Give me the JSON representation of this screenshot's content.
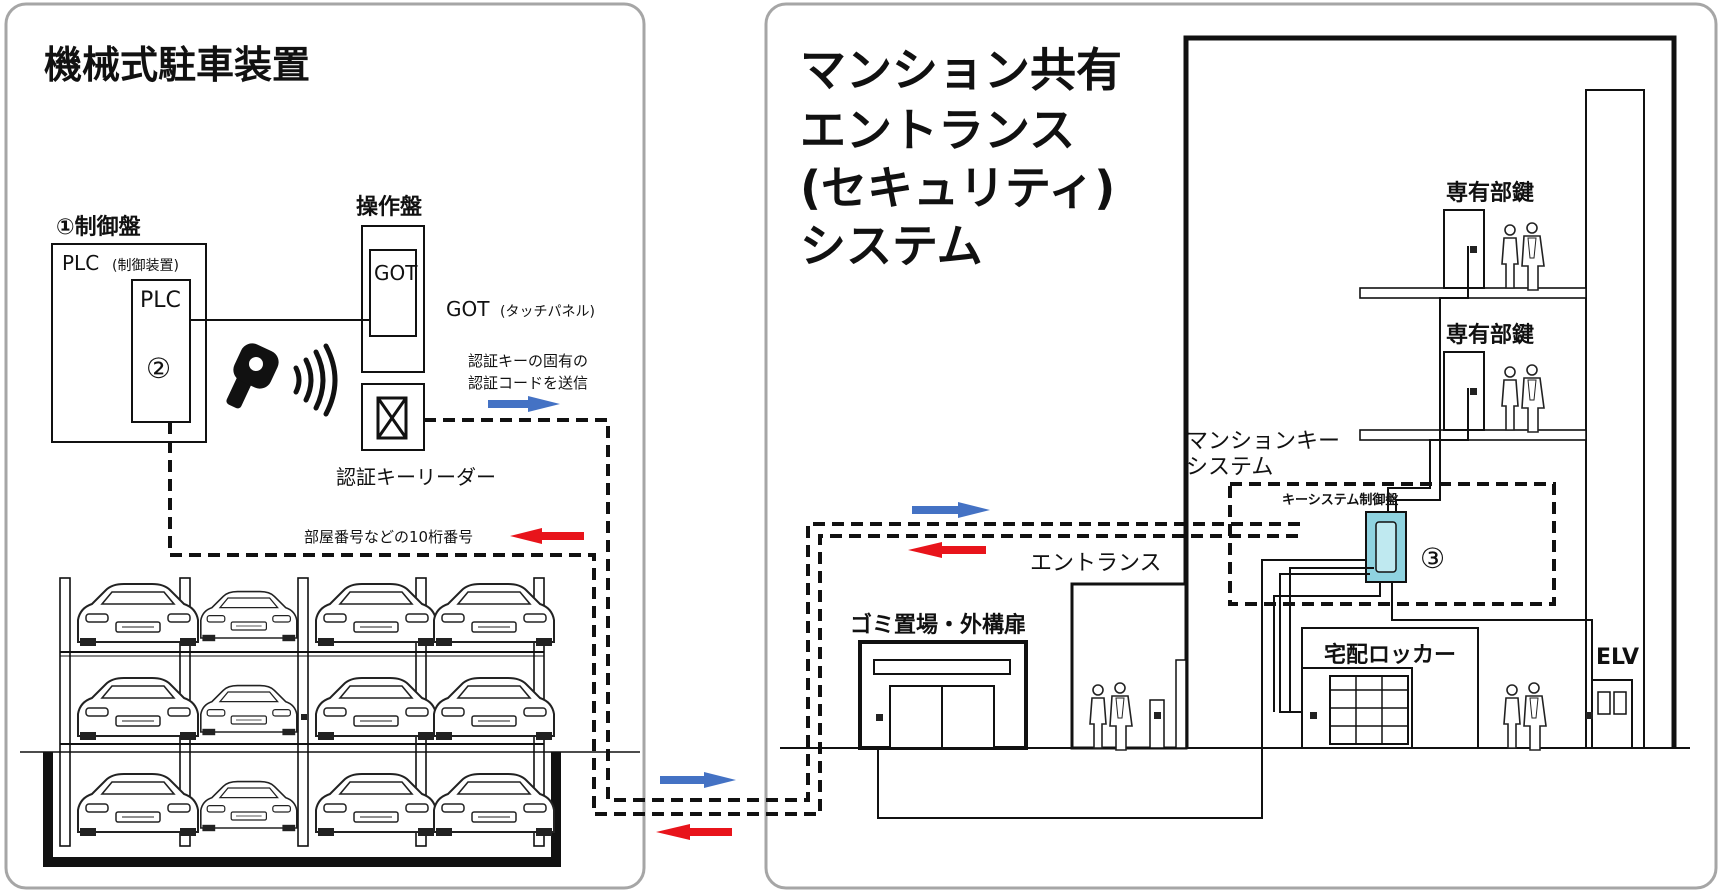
{
  "left_panel": {
    "title": "機械式駐車装置",
    "control_panel_label": "①制御盤",
    "plc_label": "PLC",
    "plc_sub_label": "(制御装置)",
    "plc_inner_label": "PLC",
    "plc_number": "②",
    "operation_panel_label": "操作盤",
    "got_screen_label": "GOT",
    "got_label": "GOT",
    "got_sub_label": "(タッチパネル)",
    "send_text_line1": "認証キーの固有の",
    "send_text_line2": "認証コードを送信",
    "key_reader_label": "認証キーリーダー",
    "room_number_text": "部屋番号などの10桁番号"
  },
  "right_panel": {
    "title_line1": "マンション共有",
    "title_line2": "エントランス",
    "title_line3": "(セキュリティ)",
    "title_line4": "システム",
    "private_key_label_1": "専有部鍵",
    "private_key_label_2": "専有部鍵",
    "mansion_key_line1": "マンションキー",
    "mansion_key_line2": "システム",
    "key_system_panel_label": "キーシステム制御盤",
    "key_system_number": "③",
    "entrance_label": "エントランス",
    "garbage_label": "ゴミ置場・外構扉",
    "delivery_locker_label": "宅配ロッカー",
    "elv_label": "ELV"
  },
  "colors": {
    "blue_arrow": "#4472c4",
    "red_arrow": "#e8141b",
    "panel_border": "#a6a6a6",
    "line": "#111111",
    "key_panel_fill": "#8fd3e0"
  }
}
